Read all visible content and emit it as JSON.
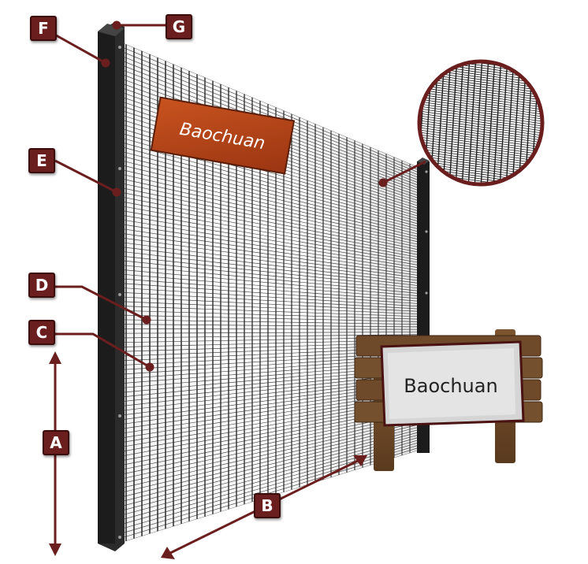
{
  "labels": {
    "A": "A",
    "B": "B",
    "C": "C",
    "D": "D",
    "E": "E",
    "F": "F",
    "G": "G"
  },
  "signs": {
    "mesh_sign": "Baochuan",
    "board_sign": "Baochuan"
  },
  "colors": {
    "label_fill": "#6b1e1e",
    "leader_line": "#6b1e1e",
    "post": "#1c1c1c",
    "mesh_wire": "#2a2a2a",
    "sign_orange": "#b8431a",
    "wood": "#6e4a2a"
  }
}
